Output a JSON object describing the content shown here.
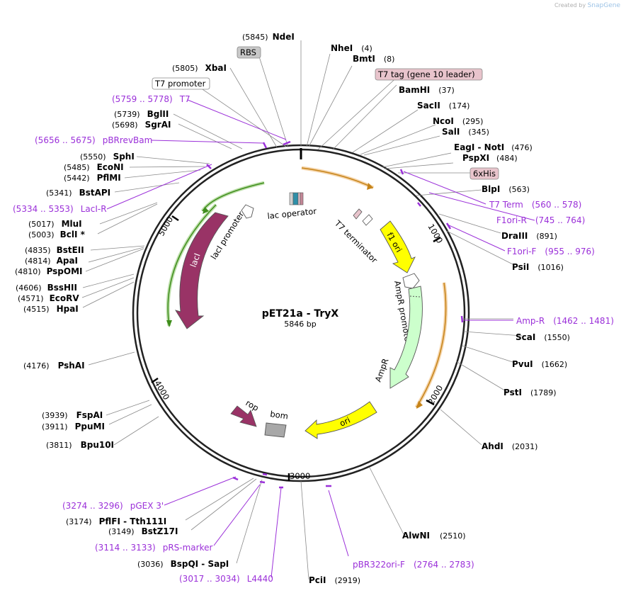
{
  "credit": {
    "prefix": "Created by",
    "brand": "SnapGene"
  },
  "plasmid": {
    "name": "pET21a - TryX",
    "length_label": "5846 bp",
    "length": 5846
  },
  "ticks": [
    {
      "pos": 1000,
      "label": "1000"
    },
    {
      "pos": 2000,
      "label": "2000"
    },
    {
      "pos": 3000,
      "label": "3000"
    },
    {
      "pos": 4000,
      "label": "4000"
    },
    {
      "pos": 5000,
      "label": "5000"
    }
  ],
  "sites": [
    {
      "name": "NdeI",
      "pos": "(5845)"
    },
    {
      "name": "NheI",
      "pos": "(4)"
    },
    {
      "name": "BmtI",
      "pos": "(8)"
    },
    {
      "name": "BamHI",
      "pos": "(37)"
    },
    {
      "name": "SacII",
      "pos": "(174)"
    },
    {
      "name": "NcoI",
      "pos": "(295)"
    },
    {
      "name": "SalI",
      "pos": "(345)"
    },
    {
      "name": "EagI  - NotI",
      "pos": "(476)"
    },
    {
      "name": "PspXI",
      "pos": "(484)"
    },
    {
      "name": "BlpI",
      "pos": "(563)"
    },
    {
      "name": "DraIII",
      "pos": "(891)"
    },
    {
      "name": "PsiI",
      "pos": "(1016)"
    },
    {
      "name": "ScaI",
      "pos": "(1550)"
    },
    {
      "name": "PvuI",
      "pos": "(1662)"
    },
    {
      "name": "PstI",
      "pos": "(1789)"
    },
    {
      "name": "AhdI",
      "pos": "(2031)"
    },
    {
      "name": "AlwNI",
      "pos": "(2510)"
    },
    {
      "name": "PciI",
      "pos": "(2919)"
    },
    {
      "name": "BspQI  - SapI",
      "pos": "(3036)"
    },
    {
      "name": "BstZ17I",
      "pos": "(3149)"
    },
    {
      "name": "PflFI  - Tth111I",
      "pos": "(3174)"
    },
    {
      "name": "Bpu10I",
      "pos": "(3811)"
    },
    {
      "name": "PpuMI",
      "pos": "(3911)"
    },
    {
      "name": "FspAI",
      "pos": "(3939)"
    },
    {
      "name": "PshAI",
      "pos": "(4176)"
    },
    {
      "name": "HpaI",
      "pos": "(4515)"
    },
    {
      "name": "EcoRV",
      "pos": "(4571)"
    },
    {
      "name": "BssHII",
      "pos": "(4606)"
    },
    {
      "name": "PspOMI",
      "pos": "(4810)"
    },
    {
      "name": "ApaI",
      "pos": "(4814)"
    },
    {
      "name": "BstEII",
      "pos": "(4835)"
    },
    {
      "name": "BclI *",
      "pos": "(5003)"
    },
    {
      "name": "MluI",
      "pos": "(5017)"
    },
    {
      "name": "BstAPI",
      "pos": "(5341)"
    },
    {
      "name": "PflMI",
      "pos": "(5442)"
    },
    {
      "name": "EcoNI",
      "pos": "(5485)"
    },
    {
      "name": "SphI",
      "pos": "(5550)"
    },
    {
      "name": "SgrAI",
      "pos": "(5698)"
    },
    {
      "name": "BglII",
      "pos": "(5739)"
    },
    {
      "name": "XbaI",
      "pos": "(5805)"
    }
  ],
  "primers": [
    {
      "name": "T7 Term",
      "range": "(560 .. 578)"
    },
    {
      "name": "F1ori-R",
      "range": "(745 .. 764)"
    },
    {
      "name": "F1ori-F",
      "range": "(955 .. 976)"
    },
    {
      "name": "Amp-R",
      "range": "(1462 .. 1481)"
    },
    {
      "name": "pBR322ori-F",
      "range": "(2764 .. 2783)"
    },
    {
      "name": "L4440",
      "range": "(3017 .. 3034)"
    },
    {
      "name": "pRS-marker",
      "range": "(3114 .. 3133)"
    },
    {
      "name": "pGEX 3'",
      "range": "(3274 .. 3296)"
    },
    {
      "name": "LacI-R",
      "range": "(5334 .. 5353)"
    },
    {
      "name": "pBRrevBam",
      "range": "(5656 .. 5675)"
    },
    {
      "name": "T7",
      "range": "(5759 .. 5778)"
    }
  ],
  "boxed_features": [
    {
      "label": "RBS",
      "color": "#c8c8c8"
    },
    {
      "label": "T7 promoter",
      "color": "#ffffff"
    },
    {
      "label": "T7 tag (gene 10 leader)",
      "color": "#e8c4cc"
    },
    {
      "label": "6xHis",
      "color": "#e8c4cc"
    }
  ],
  "features": [
    {
      "label": "lac operator",
      "color": "#2f8fa8"
    },
    {
      "label": "T7 terminator",
      "color": "#b0b0b0"
    },
    {
      "label": "f1 ori",
      "color": "#ffff00"
    },
    {
      "label": "AmpR promoter",
      "color": "#ffffff"
    },
    {
      "label": "AmpR",
      "color": "#ccffcc"
    },
    {
      "label": "ori",
      "color": "#ffff00"
    },
    {
      "label": "bom",
      "color": "#a8a8a8"
    },
    {
      "label": "rop",
      "color": "#993366"
    },
    {
      "label": "lacI",
      "color": "#993366"
    },
    {
      "label": "lacI promoter",
      "color": "#ffffff"
    }
  ],
  "colors": {
    "primer": "#9b30d9",
    "orf_orange": "#e8a040",
    "orf_green": "#5ab02a",
    "backbone": "#222222"
  }
}
